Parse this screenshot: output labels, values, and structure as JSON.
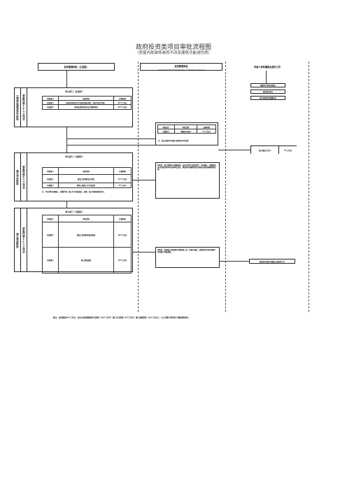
{
  "title": "政府投资类项目审批流程图",
  "subtitle": "（房屋内部装饰装修不改变建筑功能或性质）",
  "headers": {
    "lane1": "投资管理审批（主流程）",
    "lane2": "投资管理审批",
    "lane2_note": "（可在主流程审批的同时或者审批前，申报单位依法并联审批）",
    "lane3": "申请人材料编制及委托工作"
  },
  "stage1": {
    "side": "立项用地规划许可阶段",
    "side2": "审批时限18个工作日",
    "inner_title": "牵头部门：发改部门",
    "columns": [
      "审批部门",
      "审批事项",
      "办理时限"
    ],
    "rows": [
      [
        "发改部门",
        "政府投资项目可行性研究报告审批（含初步设计审批）",
        "20个工作日"
      ],
      [
        "发改部门",
        "政府投资项目初步设计概算审批",
        "20个工作日"
      ]
    ]
  },
  "stage2": {
    "side": "施工许可阶段",
    "side2": "审批时限9个工作日",
    "inner_title": "牵头部门：住建部门",
    "columns": [
      "审批部门",
      "审批事项",
      "办理时限"
    ],
    "rows": [
      [
        "住建部门",
        "建设工程消防设计审查",
        "15个工作日"
      ],
      [
        "住建部门",
        "建筑工程施工许可证核发",
        "3个工作日"
      ]
    ],
    "note": "注：不在同时办理施工、质量手续，施工许可证核发后，监理、设计均按照规定执行。"
  },
  "stage3": {
    "side": "竣工验收阶段",
    "side2": "审批时限12个工作日",
    "inner_title": "牵头部门：住建部门",
    "columns": [
      "审批部门",
      "审批事项",
      "办理时限"
    ],
    "rows": [
      [
        "住建部门",
        "建设工程消防验收或备案",
        "10个工作日"
      ],
      [
        "住建部门",
        "竣工验收备案",
        "15个工作日"
      ]
    ]
  },
  "mid_table": {
    "columns": [
      "审批部门",
      "审批事项",
      "办理时限"
    ],
    "rows": [
      [
        "住建部门",
        "审图技术咨询",
        "5个工作日"
      ]
    ],
    "note": "注：如无法要求不需施工图审查另行处理。"
  },
  "mid_note1": "初审后，施工图审查与审图机构，由设计单位与建设单位，共同确认，审图机构应当在规定时间内出具审查意见，建设单位根据审查意见修改后报送审图机构复审。",
  "mid_note2": "初审后，按照竣工验收程序开展验收工作，验收合格后，由建设单位向住建部门申请竣工验收备案。",
  "right_boxes": {
    "b1": "编制可行性研究报告",
    "b2": "项目初步设计",
    "b3": "委托测绘机构测量报告",
    "b4": "施工图设计文件",
    "b4_time": "5个工作日",
    "b5": "建设单位组织开展竣工验收等工作"
  },
  "footer": "备注：总时限约39个工作日，其中立项用地规划许可阶段（18个工作日）施工许可阶段（9个工作日）竣工验收阶段（12个工作日）。以上时限不含申请人准备材料时间。"
}
